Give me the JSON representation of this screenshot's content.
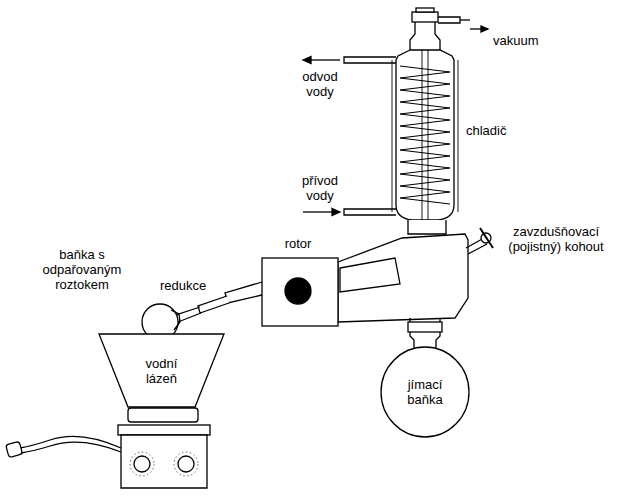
{
  "diagram": {
    "nodes": [
      {
        "text": [
          "vodní lázeň"
        ]
      },
      {
        "text": [
          "jímací baňka"
        ]
      }
    ],
    "labels": [
      "vakuum",
      "odvod vody",
      "chladič",
      "přívod vody",
      "zavzdušňovací (pojistný) kohout",
      "rotor",
      "redukce",
      "baňka s odpařovaným roztokem"
    ]
  }
}
